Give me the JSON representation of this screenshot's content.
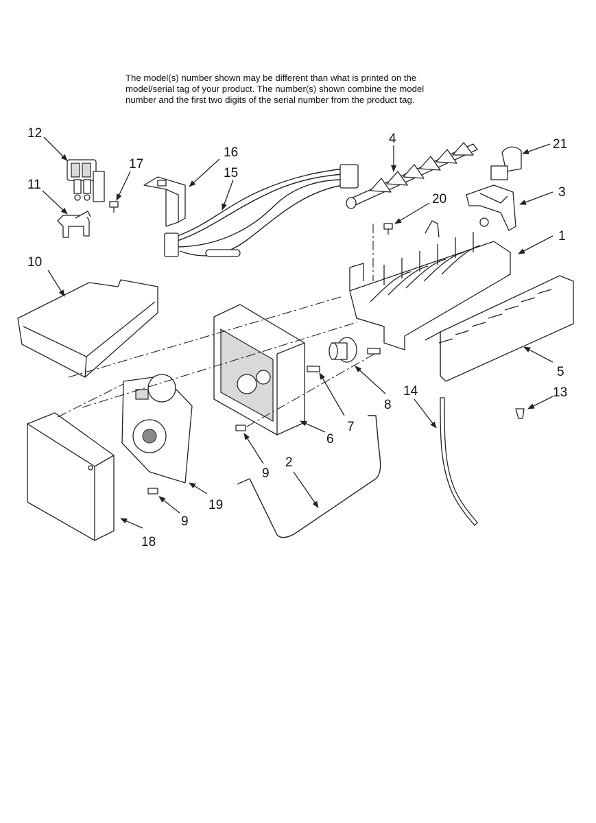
{
  "note": {
    "line1": "The model(s) number shown may be different than what is printed on the",
    "line2": "model/serial tag of your product. The number(s) shown combine the model",
    "line3": "number and the first two digits of the serial number from the product tag."
  },
  "callouts": {
    "c1": "1",
    "c2": "2",
    "c3": "3",
    "c4": "4",
    "c5": "5",
    "c6": "6",
    "c7": "7",
    "c8": "8",
    "c9a": "9",
    "c9b": "9",
    "c10": "10",
    "c11": "11",
    "c12": "12",
    "c13": "13",
    "c14": "14",
    "c15": "15",
    "c16": "16",
    "c17": "17",
    "c18": "18",
    "c19": "19",
    "c20": "20",
    "c21": "21"
  }
}
